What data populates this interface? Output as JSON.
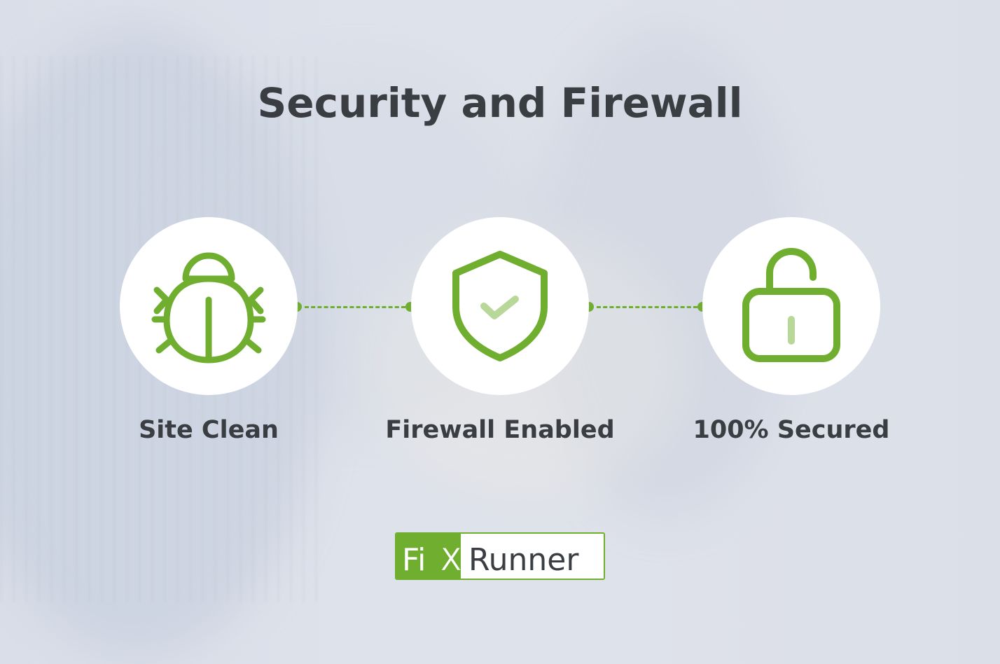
{
  "title": "Security and Firewall",
  "features": [
    {
      "label": "Site Clean",
      "icon": "bug-icon"
    },
    {
      "label": "Firewall Enabled",
      "icon": "shield-check-icon"
    },
    {
      "label": "100% Secured",
      "icon": "unlocked-padlock-icon"
    }
  ],
  "logo": {
    "brand_part1": "Fi",
    "brand_part2": "X",
    "brand_part3": "Runner"
  },
  "colors": {
    "accent": "#6fae2f",
    "accent_light": "#b8d89a",
    "text": "#3a3d42"
  }
}
